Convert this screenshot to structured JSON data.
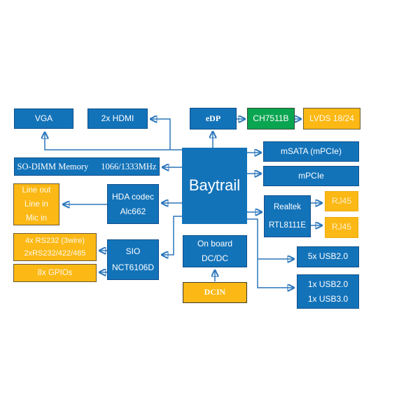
{
  "blocks": {
    "vga": {
      "label": "VGA"
    },
    "hdmi": {
      "label": "2x HDMI"
    },
    "edp": {
      "label": "eDP"
    },
    "ch7511b": {
      "label": "CH7511B"
    },
    "lvds": {
      "label": "LVDS 18/24"
    },
    "sodimm": {
      "label": "SO-DIMM Memory",
      "detail": "1066/1333MHz"
    },
    "baytrail": {
      "label": "Baytrail"
    },
    "msata": {
      "label": "mSATA (mPCIe)"
    },
    "mpcie": {
      "label": "mPCIe"
    },
    "audio_jacks": {
      "lines": [
        "Line out",
        "Line in",
        "Mic in"
      ]
    },
    "hda": {
      "lines": [
        "HDA codec",
        "Alc662"
      ]
    },
    "realtek": {
      "lines": [
        "Realtek",
        "RTL8111E"
      ]
    },
    "rj45_top": {
      "label": "RJ45"
    },
    "rj45_bottom": {
      "label": "RJ45"
    },
    "serial": {
      "lines": [
        "4x RS232 (3wire)",
        "2xRS232/422/485"
      ]
    },
    "gpio": {
      "label": "8x GPIOs"
    },
    "sio": {
      "lines": [
        "SIO",
        "NCT6106D"
      ]
    },
    "dcdc": {
      "lines": [
        "On board",
        "DC/DC"
      ]
    },
    "dcin": {
      "label": "DCIN"
    },
    "usb5": {
      "label": "5x USB2.0"
    },
    "usb13": {
      "lines": [
        "1x USB2.0",
        "1x USB3.0"
      ]
    }
  },
  "colors": {
    "block_blue": "#1373b9",
    "block_yellow": "#fcb814",
    "block_green": "#0aa551",
    "connector": "#2b76bb",
    "text": "#ffffff",
    "background": "#ffffff"
  }
}
